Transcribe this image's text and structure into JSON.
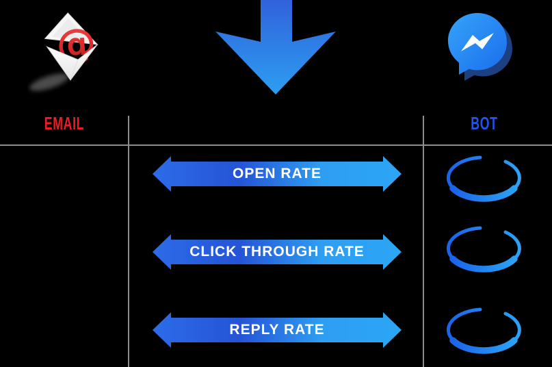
{
  "background_color": "#000000",
  "columns": {
    "email": {
      "label": "EMAIL",
      "label_color": "#EE1C24",
      "icon": "email-at-envelope-icon"
    },
    "bot": {
      "label": "BOT",
      "label_color": "#1E55EE",
      "icon": "facebook-messenger-icon"
    }
  },
  "center_arrow": {
    "icon": "big-down-arrow-icon",
    "gradient": [
      "#3162DB",
      "#2C9EF1"
    ]
  },
  "metrics": [
    {
      "label": "OPEN RATE",
      "bot_marker": "blue-circle-highlight"
    },
    {
      "label": "CLICK THROUGH RATE",
      "bot_marker": "blue-circle-highlight"
    },
    {
      "label": "REPLY RATE",
      "bot_marker": "blue-circle-highlight"
    }
  ],
  "styles": {
    "metric_arrow_gradient": [
      "#2C6CE8",
      "#2554D6",
      "#2E9EF2",
      "#2BA6F5"
    ],
    "ring_gradient": [
      "#1A64EA",
      "#2BA2F5"
    ],
    "grid_line_color": "#8E8E8E",
    "metric_text_color": "#FFFFFF",
    "messenger_shadow_color": "#1D4083",
    "at_symbol_color": "#DD2626"
  }
}
